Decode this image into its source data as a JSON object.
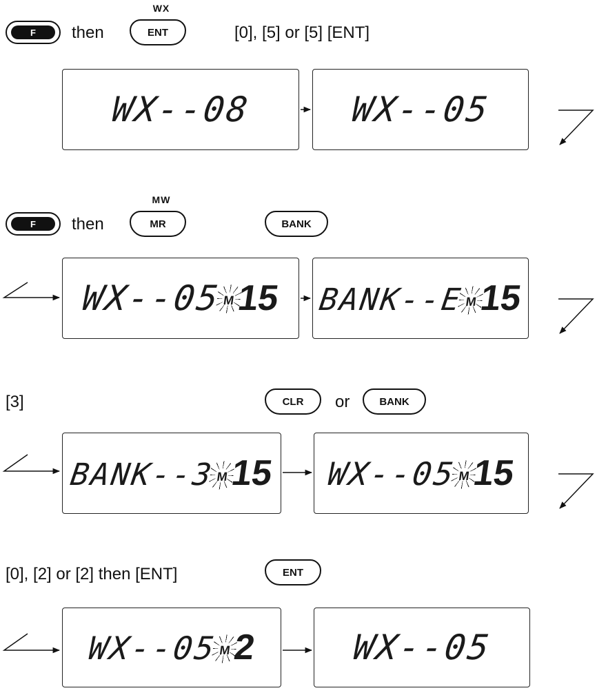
{
  "row1": {
    "above_label": "WX",
    "f_key": "F",
    "then": "then",
    "ent_key": "ENT",
    "instruction": "[0], [5] or [5] [ENT]",
    "lcd_left": "WX--08",
    "lcd_right": "WX--05"
  },
  "row2": {
    "above_label": "MW",
    "f_key": "F",
    "then": "then",
    "mr_key": "MR",
    "bank_key": "BANK",
    "lcd_left_main": "WX--05",
    "lcd_left_m": "M",
    "lcd_left_ch": "15",
    "lcd_right_main": "BANK--E",
    "lcd_right_m": "M",
    "lcd_right_ch": "15"
  },
  "row3": {
    "instruction": "[3]",
    "clr_key": "CLR",
    "or": "or",
    "bank_key": "BANK",
    "lcd_left_main": "BANK--3",
    "lcd_left_m": "M",
    "lcd_left_ch": "15",
    "lcd_right_main": "WX--05",
    "lcd_right_m": "M",
    "lcd_right_ch": "15"
  },
  "row4": {
    "instruction": "[0], [2] or [2] then [ENT]",
    "ent_key": "ENT",
    "lcd_left_main": "WX--05",
    "lcd_left_m": "M",
    "lcd_left_ch": "2",
    "lcd_right": "WX--05"
  }
}
